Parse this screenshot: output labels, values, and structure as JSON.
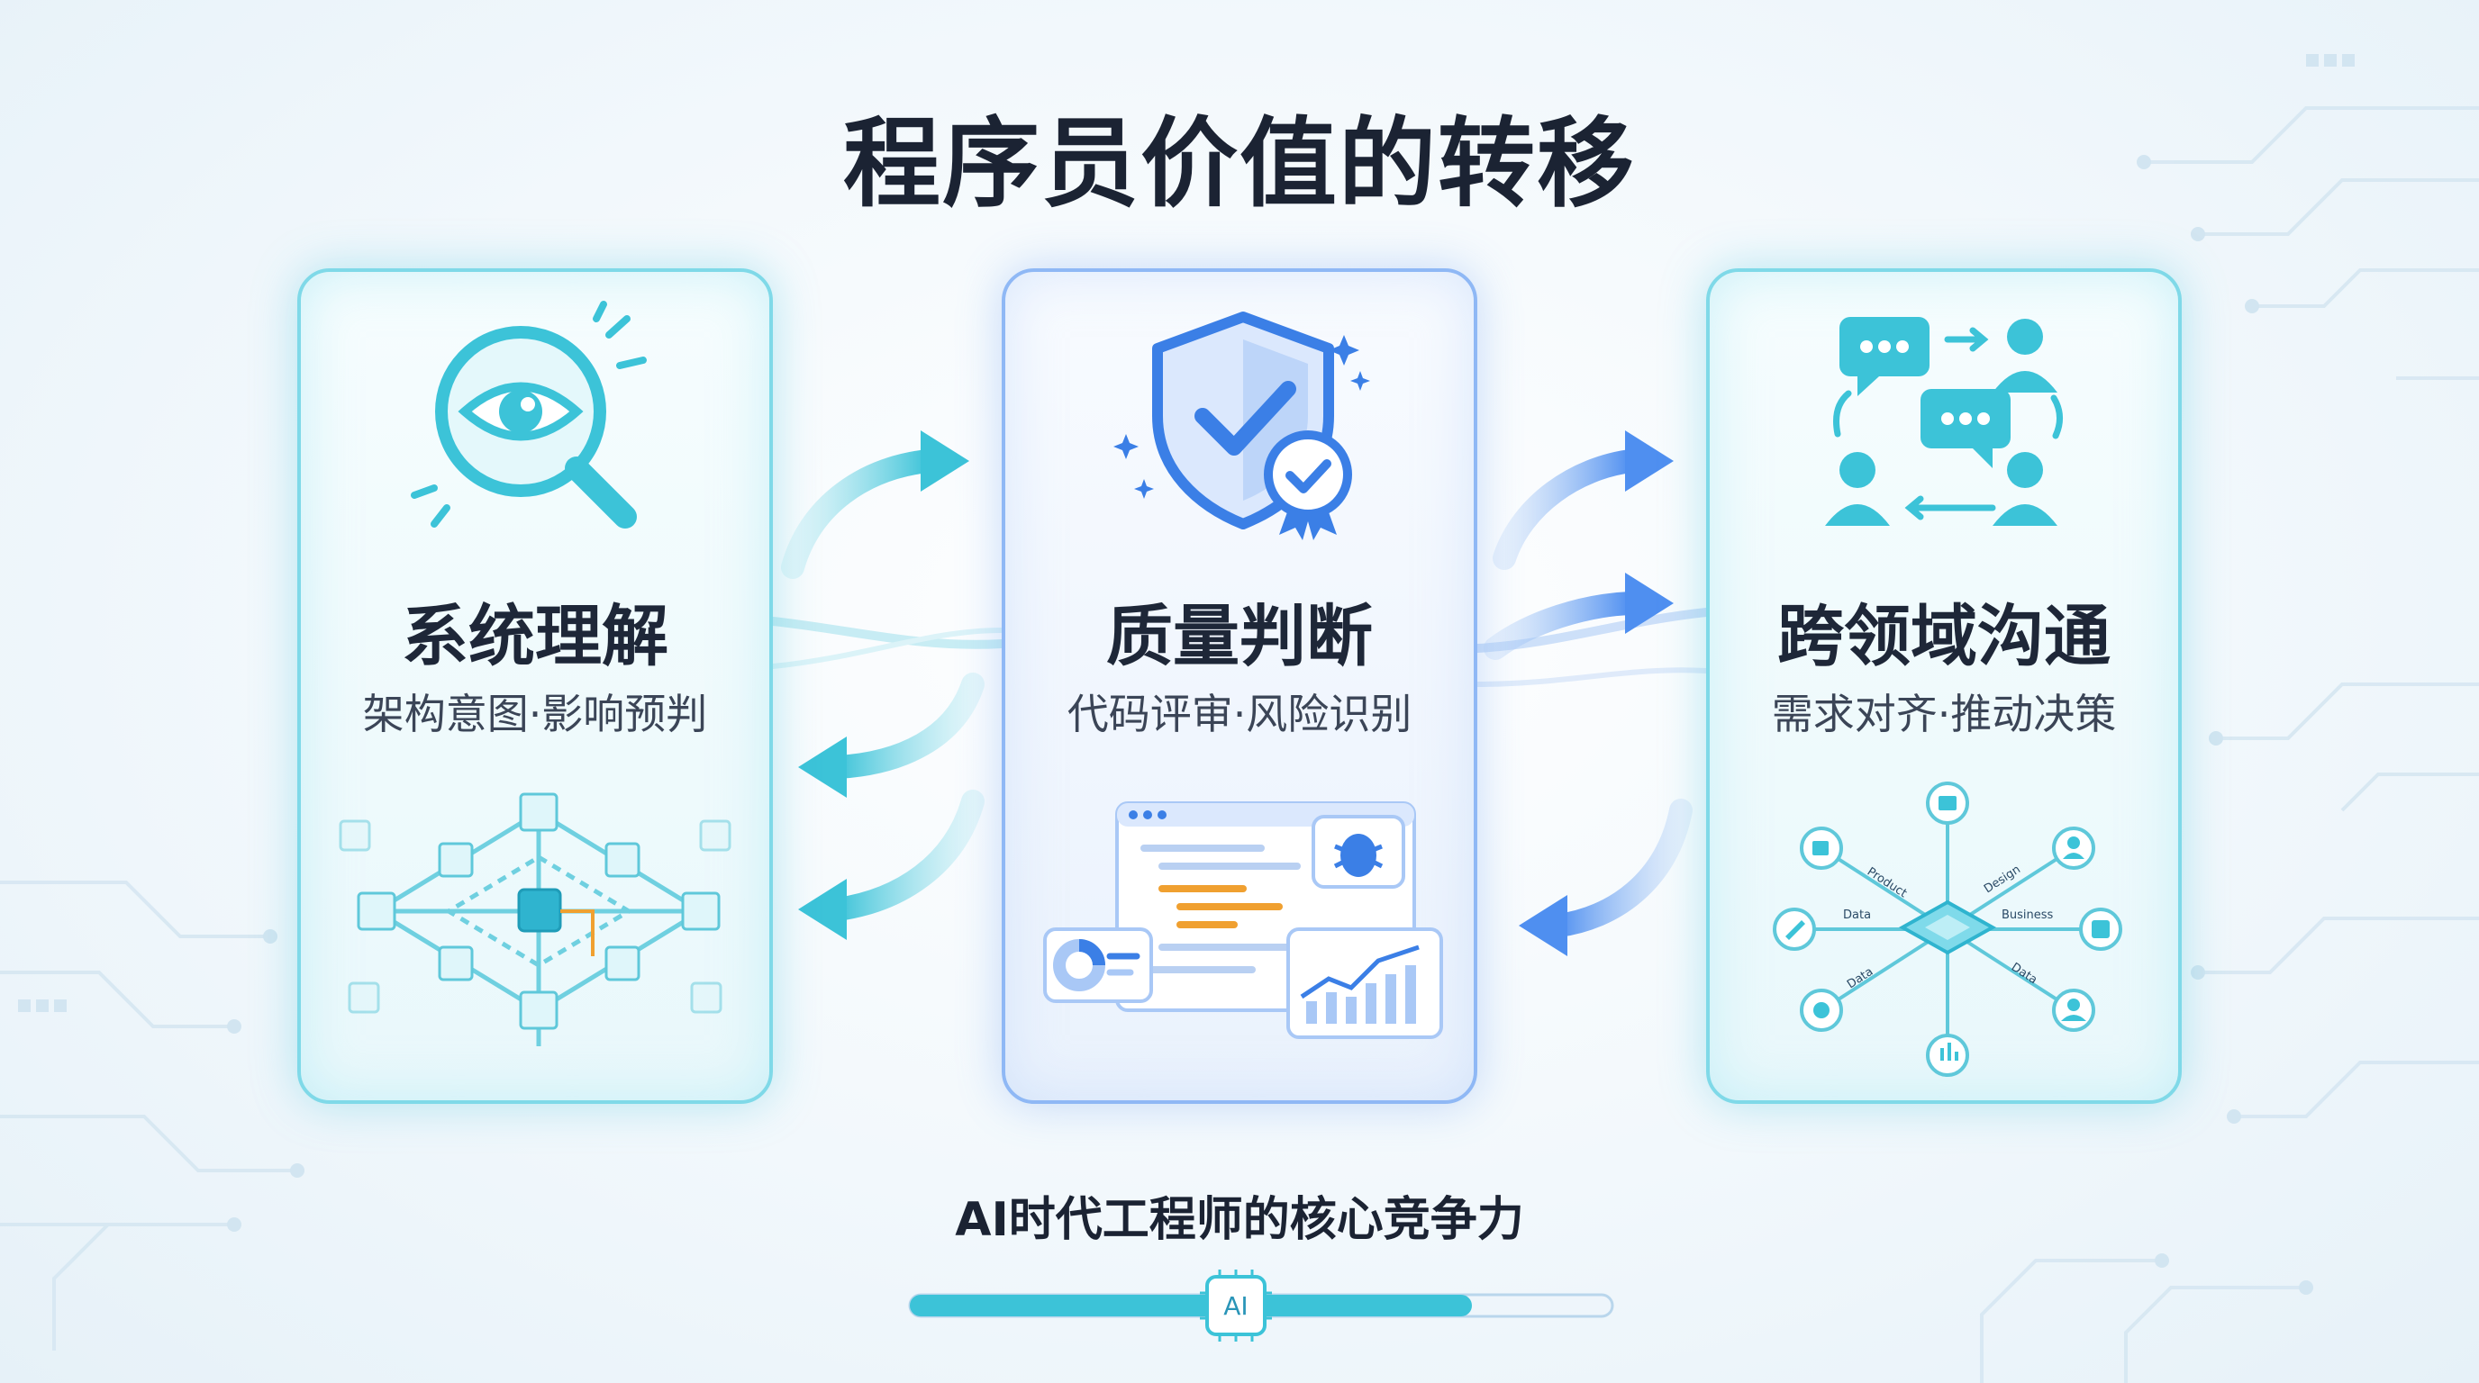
{
  "title": "程序员价值的转移",
  "cards": [
    {
      "title": "系统理解",
      "subtitle": "架构意图·影响预判",
      "icon": "magnifier-eye-icon",
      "accent": "#3cc3d8"
    },
    {
      "title": "质量判断",
      "subtitle": "代码评审·风险识别",
      "icon": "shield-check-icon",
      "accent": "#3b7fe6"
    },
    {
      "title": "跨领域沟通",
      "subtitle": "需求对齐·推动决策",
      "icon": "people-chat-icon",
      "accent": "#3cc3d8"
    }
  ],
  "hub_labels": {
    "product": "Product",
    "design": "Design",
    "data_left": "Data",
    "business": "Business",
    "data_bottom_left": "Data",
    "data_bottom_right": "Data"
  },
  "footer": {
    "text": "AI时代工程师的核心竞争力",
    "chip_label": "AI",
    "progress": 0.8
  },
  "colors": {
    "teal": "#3cc3d8",
    "blue": "#3b7fe6",
    "text": "#1b2333"
  }
}
